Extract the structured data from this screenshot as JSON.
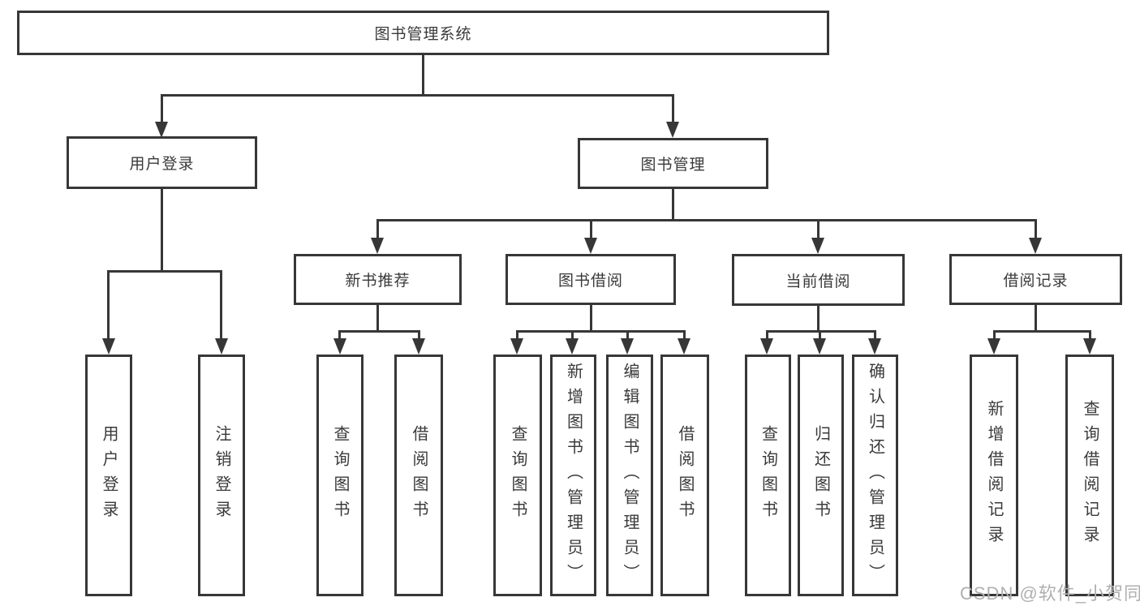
{
  "diagram": {
    "title": "图书管理系统",
    "level2": {
      "user_login": "用户登录",
      "book_management": "图书管理"
    },
    "level3": {
      "new_book_recommend": "新书推荐",
      "book_borrowing": "图书借阅",
      "current_borrowing": "当前借阅",
      "borrowing_records": "借阅记录"
    },
    "leaves": {
      "user_login": "用户登录",
      "logout": "注销登录",
      "rec_query_books": "查询图书",
      "rec_borrow_books": "借阅图书",
      "borrow_query_books": "查询图书",
      "borrow_add_books_admin": "新增图书（管理员）",
      "borrow_edit_books_admin": "编辑图书（管理员）",
      "borrow_borrow_books": "借阅图书",
      "current_query_books": "查询图书",
      "current_return_books": "归还图书",
      "current_confirm_return_admin": "确认归还（管理员）",
      "records_add_record": "新增借阅记录",
      "records_query_record": "查询借阅记录"
    }
  },
  "watermark": "CSDN @软件_小贺同学",
  "colors": {
    "line": "#373737",
    "text": "#3a3a3a",
    "watermark": "#b0b0b0",
    "background": "#ffffff"
  }
}
